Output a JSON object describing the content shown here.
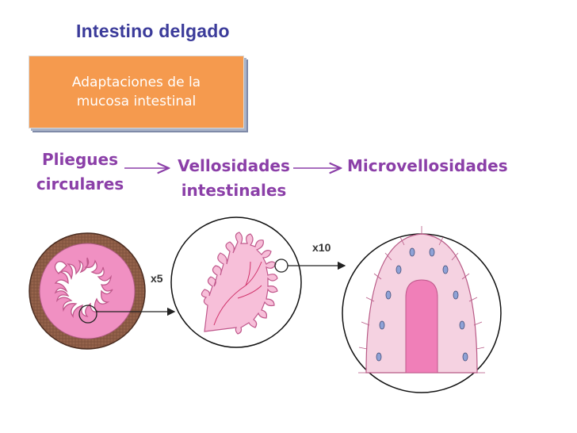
{
  "header": {
    "title": "Intestino delgado"
  },
  "box": {
    "text": "Adaptaciones de la\nmucosa intestinal"
  },
  "labels": {
    "pliegues": "Pliegues\ncirculares",
    "vellosidades": "Vellosidades\nintestinales",
    "microvellosidades": "Microvellosidades"
  },
  "magnifications": {
    "x5": "x5",
    "x10": "x10"
  },
  "colors": {
    "title": "#3b3b9a",
    "box": "#f59a4e",
    "label": "#8b3fa8",
    "tissue_pink": "#f08cc0",
    "tissue_light": "#f7c6dc",
    "muscle_brown": "#8a5a44"
  }
}
